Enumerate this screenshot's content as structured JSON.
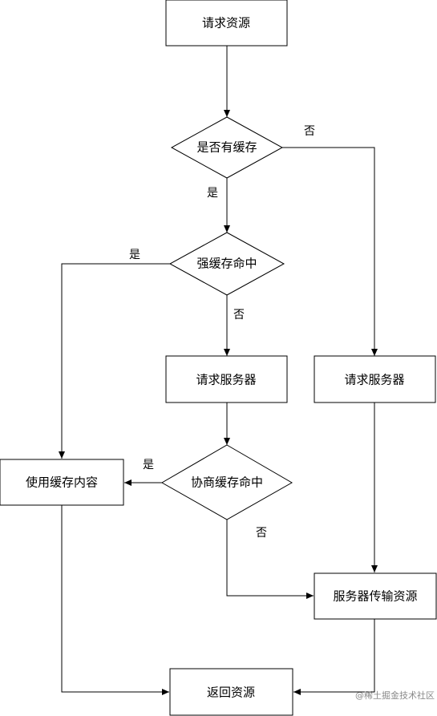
{
  "nodes": {
    "request_resource": "请求资源",
    "has_cache": "是否有缓存",
    "strong_cache_hit": "强缓存命中",
    "request_server_left": "请求服务器",
    "request_server_right": "请求服务器",
    "negotiation_cache_hit": "协商缓存命中",
    "use_cache_content": "使用缓存内容",
    "server_transfer_resource": "服务器传输资源",
    "return_resource": "返回资源"
  },
  "edge_labels": {
    "has_cache_no": "否",
    "has_cache_yes": "是",
    "strong_yes": "是",
    "strong_no": "否",
    "negotiation_yes": "是",
    "negotiation_no": "否"
  },
  "watermark": "@稀土掘金技术社区",
  "colors": {
    "stroke": "#000000",
    "background": "#ffffff",
    "watermark": "#8a8a8a"
  }
}
